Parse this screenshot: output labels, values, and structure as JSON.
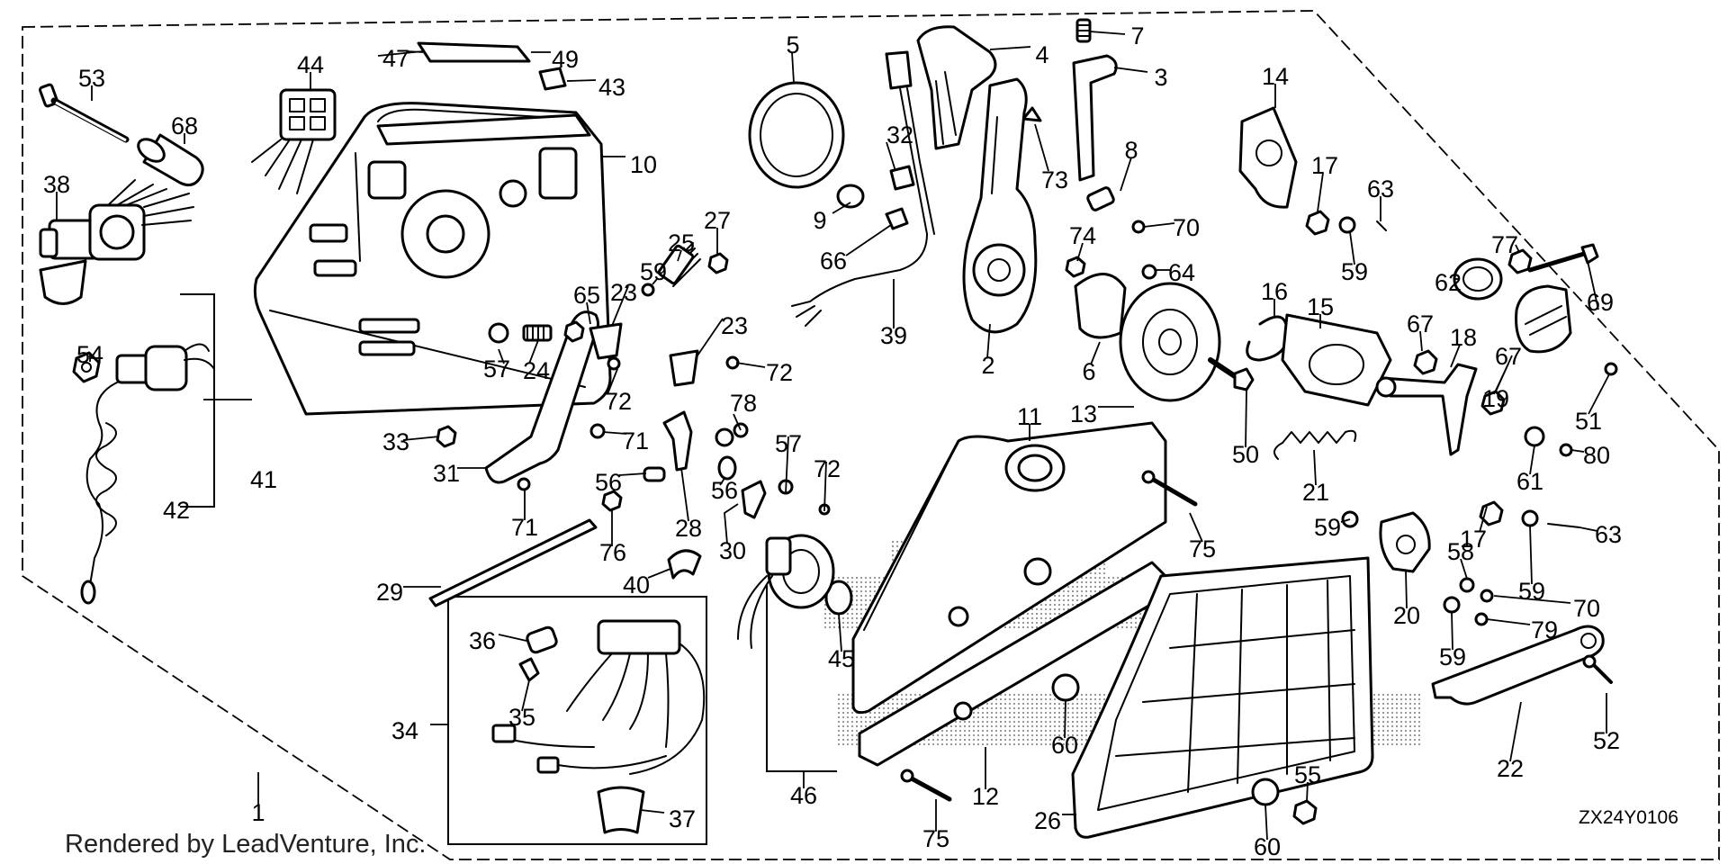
{
  "credit": "Rendered by LeadVenture, Inc.",
  "diagram_code": "ZX24Y0106",
  "callouts": [
    {
      "id": "53",
      "text": "53"
    },
    {
      "id": "68",
      "text": "68"
    },
    {
      "id": "38",
      "text": "38"
    },
    {
      "id": "44",
      "text": "44"
    },
    {
      "id": "47",
      "text": "47"
    },
    {
      "id": "49",
      "text": "49"
    },
    {
      "id": "43",
      "text": "43"
    },
    {
      "id": "10",
      "text": "10"
    },
    {
      "id": "5",
      "text": "5"
    },
    {
      "id": "32",
      "text": "32"
    },
    {
      "id": "9",
      "text": "9"
    },
    {
      "id": "66",
      "text": "66"
    },
    {
      "id": "27",
      "text": "27"
    },
    {
      "id": "25",
      "text": "25"
    },
    {
      "id": "59a",
      "text": "59"
    },
    {
      "id": "65",
      "text": "65"
    },
    {
      "id": "23a",
      "text": "23"
    },
    {
      "id": "23b",
      "text": "23"
    },
    {
      "id": "57a",
      "text": "57"
    },
    {
      "id": "24",
      "text": "24"
    },
    {
      "id": "72a",
      "text": "72"
    },
    {
      "id": "72b",
      "text": "72"
    },
    {
      "id": "54",
      "text": "54"
    },
    {
      "id": "41",
      "text": "41"
    },
    {
      "id": "42",
      "text": "42"
    },
    {
      "id": "33",
      "text": "33"
    },
    {
      "id": "31",
      "text": "31"
    },
    {
      "id": "71a",
      "text": "71"
    },
    {
      "id": "71b",
      "text": "71"
    },
    {
      "id": "78",
      "text": "78"
    },
    {
      "id": "56a",
      "text": "56"
    },
    {
      "id": "56b",
      "text": "56"
    },
    {
      "id": "57b",
      "text": "57"
    },
    {
      "id": "72c",
      "text": "72"
    },
    {
      "id": "76",
      "text": "76"
    },
    {
      "id": "28",
      "text": "28"
    },
    {
      "id": "30",
      "text": "30"
    },
    {
      "id": "29",
      "text": "29"
    },
    {
      "id": "40",
      "text": "40"
    },
    {
      "id": "36",
      "text": "36"
    },
    {
      "id": "35",
      "text": "35"
    },
    {
      "id": "34",
      "text": "34"
    },
    {
      "id": "37",
      "text": "37"
    },
    {
      "id": "1",
      "text": "1"
    },
    {
      "id": "4",
      "text": "4"
    },
    {
      "id": "7",
      "text": "7"
    },
    {
      "id": "3",
      "text": "3"
    },
    {
      "id": "73",
      "text": "73"
    },
    {
      "id": "39",
      "text": "39"
    },
    {
      "id": "2",
      "text": "2"
    },
    {
      "id": "8",
      "text": "8"
    },
    {
      "id": "70a",
      "text": "70"
    },
    {
      "id": "74",
      "text": "74"
    },
    {
      "id": "64",
      "text": "64"
    },
    {
      "id": "6",
      "text": "6"
    },
    {
      "id": "13",
      "text": "13"
    },
    {
      "id": "50",
      "text": "50"
    },
    {
      "id": "11",
      "text": "11"
    },
    {
      "id": "21",
      "text": "21"
    },
    {
      "id": "75a",
      "text": "75"
    },
    {
      "id": "45",
      "text": "45"
    },
    {
      "id": "46",
      "text": "46"
    },
    {
      "id": "12",
      "text": "12"
    },
    {
      "id": "75b",
      "text": "75"
    },
    {
      "id": "60a",
      "text": "60"
    },
    {
      "id": "60b",
      "text": "60"
    },
    {
      "id": "55",
      "text": "55"
    },
    {
      "id": "26",
      "text": "26"
    },
    {
      "id": "14",
      "text": "14"
    },
    {
      "id": "17a",
      "text": "17"
    },
    {
      "id": "63a",
      "text": "63"
    },
    {
      "id": "59b",
      "text": "59"
    },
    {
      "id": "16",
      "text": "16"
    },
    {
      "id": "15",
      "text": "15"
    },
    {
      "id": "62",
      "text": "62"
    },
    {
      "id": "77",
      "text": "77"
    },
    {
      "id": "69",
      "text": "69"
    },
    {
      "id": "67a",
      "text": "67"
    },
    {
      "id": "18",
      "text": "18"
    },
    {
      "id": "67b",
      "text": "67"
    },
    {
      "id": "19",
      "text": "19"
    },
    {
      "id": "51",
      "text": "51"
    },
    {
      "id": "61",
      "text": "61"
    },
    {
      "id": "80",
      "text": "80"
    },
    {
      "id": "59c",
      "text": "59"
    },
    {
      "id": "17b",
      "text": "17"
    },
    {
      "id": "63b",
      "text": "63"
    },
    {
      "id": "59d",
      "text": "59"
    },
    {
      "id": "58",
      "text": "58"
    },
    {
      "id": "70b",
      "text": "70"
    },
    {
      "id": "20",
      "text": "20"
    },
    {
      "id": "79",
      "text": "79"
    },
    {
      "id": "59e",
      "text": "59"
    },
    {
      "id": "52",
      "text": "52"
    },
    {
      "id": "22",
      "text": "22"
    }
  ]
}
